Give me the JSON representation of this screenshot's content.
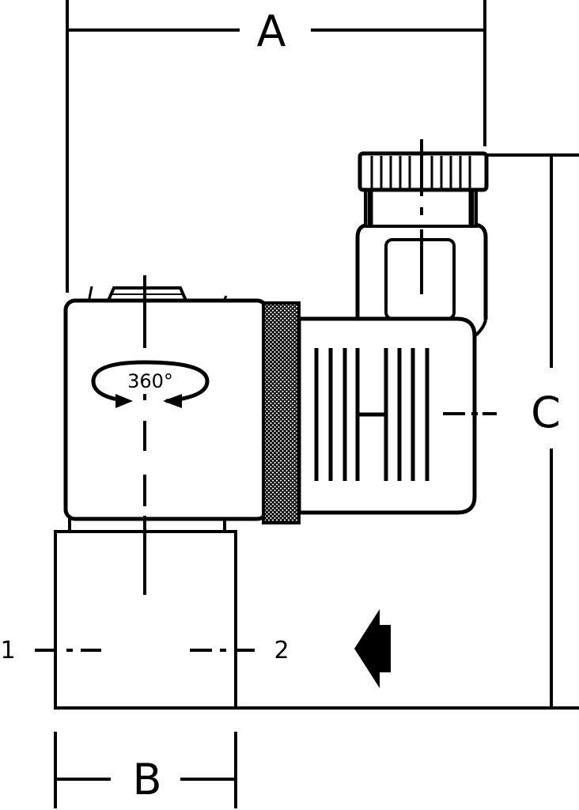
{
  "labels": {
    "dim_a": "A",
    "dim_b": "B",
    "dim_c": "C",
    "port_1": "1",
    "port_2": "2",
    "rotation": "360°"
  },
  "colors": {
    "line": "#000000",
    "background": "#ffffff"
  }
}
